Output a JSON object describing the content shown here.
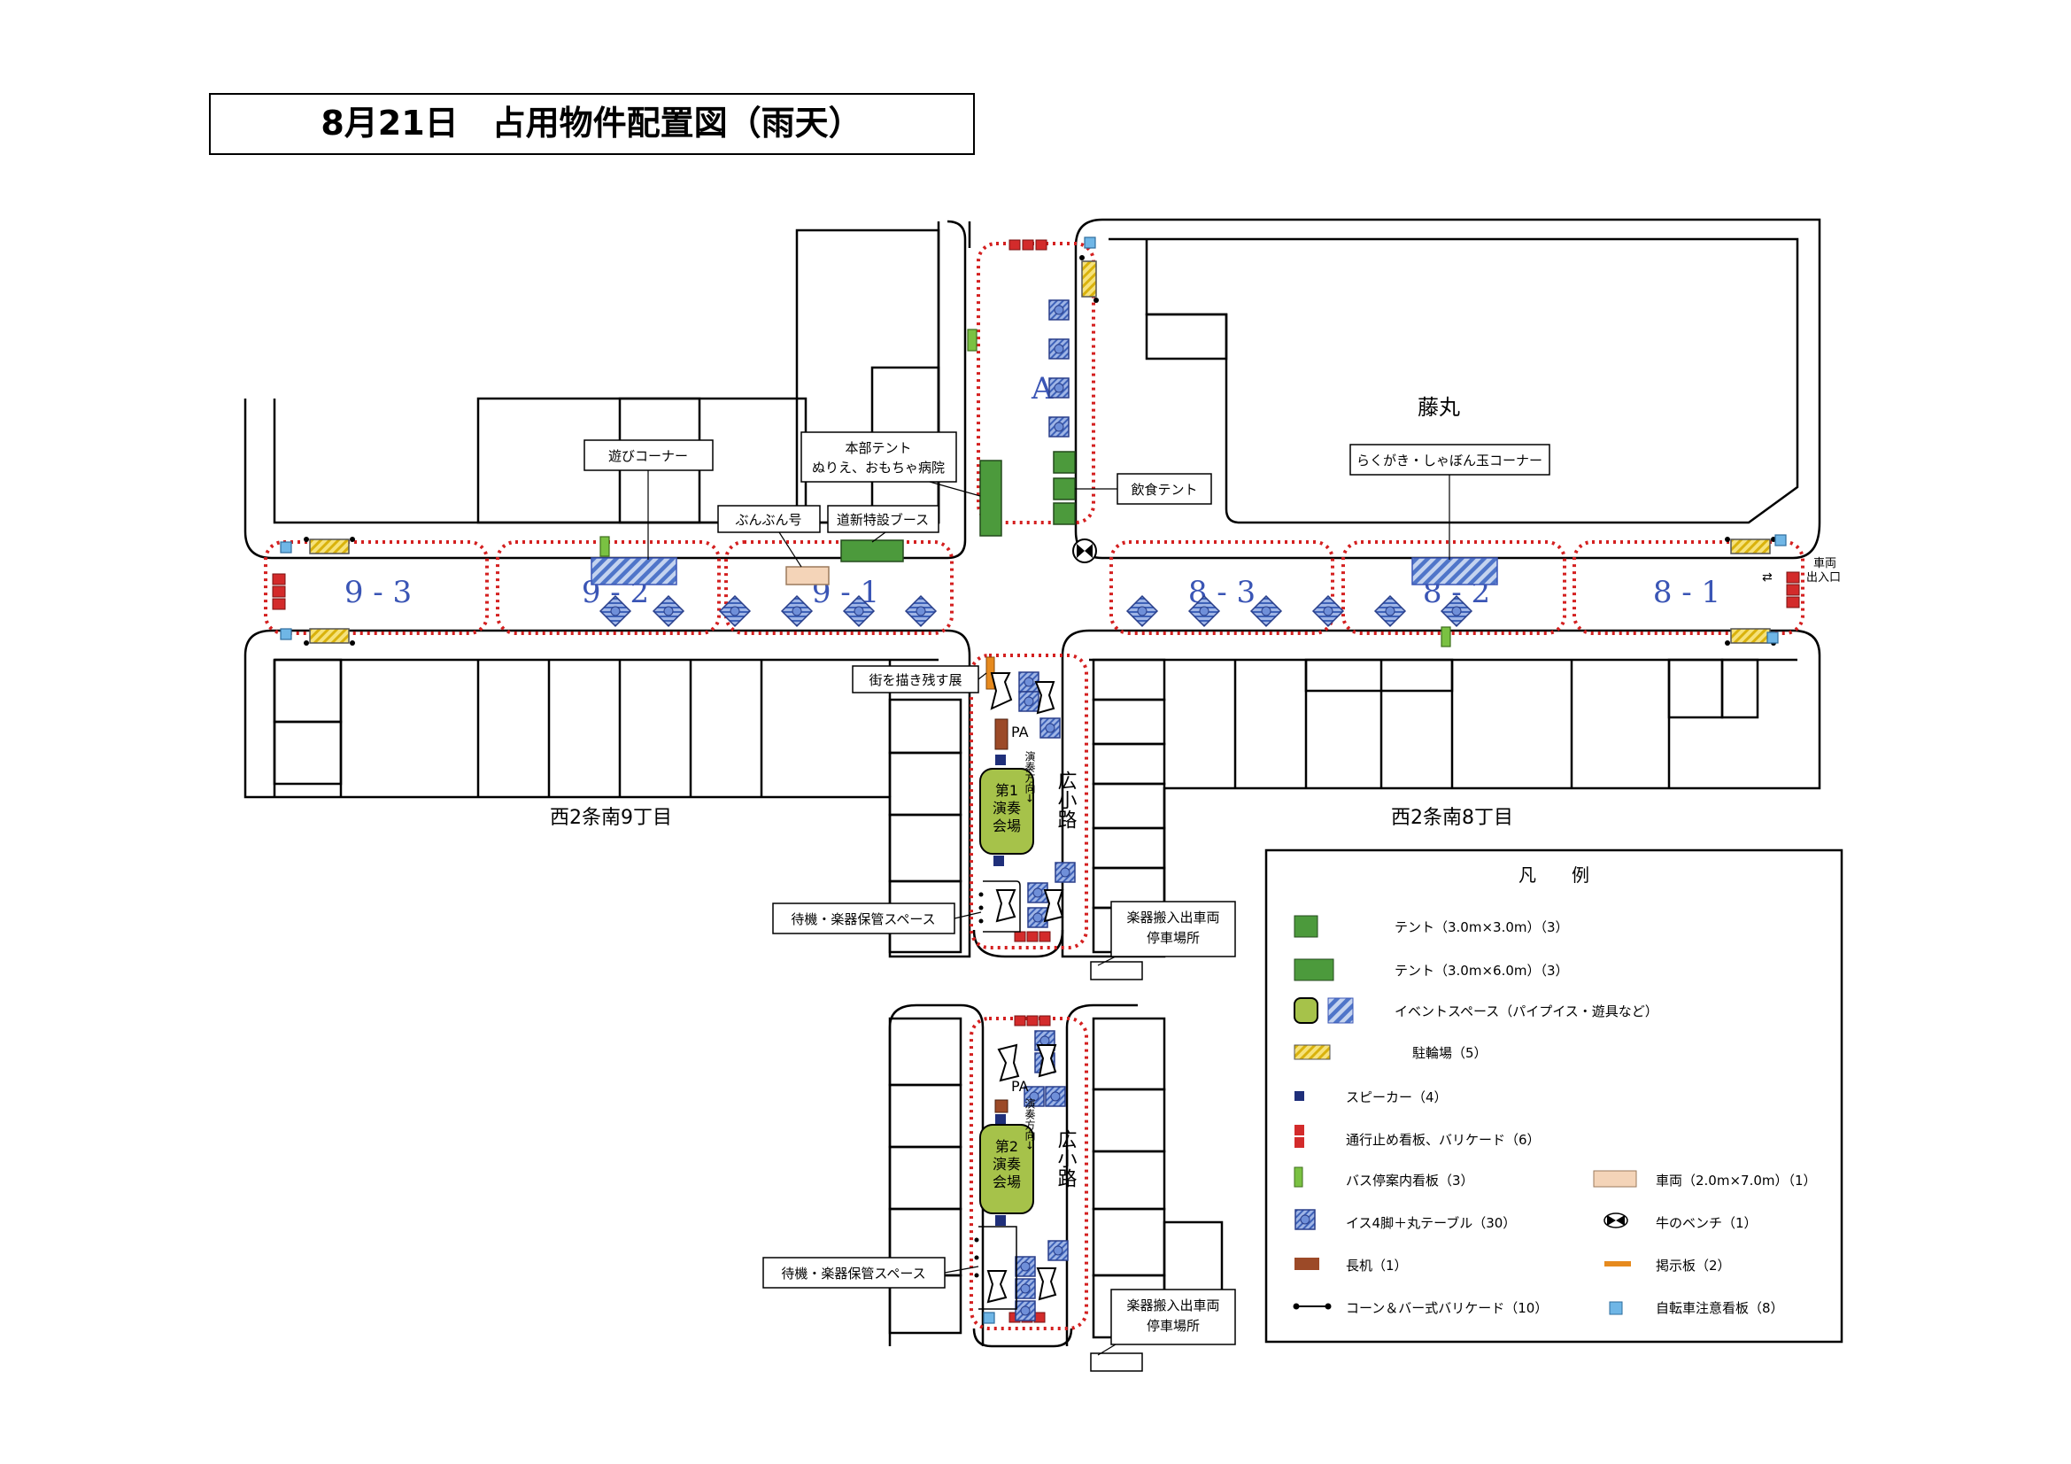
{
  "title": "8月21日　占用物件配置図（雨天）",
  "zones": {
    "a": "A",
    "z93": "9 - 3",
    "z92": "9 - 2",
    "z91": "9 - 1",
    "z83": "8 - 3",
    "z82": "8 - 2",
    "z81": "8 - 1"
  },
  "labels": {
    "fujimaru": "藤丸",
    "asobi": "遊びコーナー",
    "honbu1": "本部テント",
    "honbu2": "ぬりえ、おもちゃ病院",
    "bunbun": "ぶんぶん号",
    "dousin": "道新特設ブース",
    "inshoku": "飲食テント",
    "rakugaki": "らくがき・しゃぼん玉コーナー",
    "sharyo1": "車両",
    "sharyo2": "出入口",
    "machi": "街を描き残す展",
    "nishi9": "西2条南9丁目",
    "nishi8": "西2条南8丁目",
    "taiki": "待機・楽器保管スペース",
    "gakki1": "楽器搬入出車両",
    "gakki2": "停車場所",
    "pa": "PA",
    "ensou_dir": "演奏方向→",
    "hirokoji": "広小路",
    "stage1_l1": "第1",
    "stage1_l2": "演奏",
    "stage1_l3": "会場",
    "stage2_l1": "第2",
    "stage2_l2": "演奏",
    "stage2_l3": "会場"
  },
  "legend": {
    "title": "凡　　例",
    "items": [
      "テント（3.0m×3.0m）（3）",
      "テント（3.0m×6.0m）（3）",
      "イベントスペース（パイプイス・遊具など）",
      "駐輪場（5）",
      "スピーカー（4）",
      "通行止め看板、バリケード（6）",
      "バス停案内看板（3）",
      "イス4脚＋丸テーブル（30）",
      "長机（1）",
      "コーン＆バー式バリケード（10）",
      "車両（2.0m×7.0m）（1）",
      "牛のベンチ（1）",
      "掲示板（2）",
      "自転車注意看板（8）"
    ]
  },
  "colors": {
    "tent": "#4c9a3c",
    "event_green": "#a6c24a",
    "event_stripe": "#4f75c9",
    "bike": "#f2d52a",
    "speaker": "#1f2f7a",
    "barricade": "#d32b2b",
    "bus": "#7ac142",
    "chair": "#3d61b8",
    "desk": "#9c4a28",
    "board": "#e68a1e",
    "vehicle": "#f4d4b8",
    "bike_sign": "#6fb6e6",
    "dotted": "#d42020"
  }
}
